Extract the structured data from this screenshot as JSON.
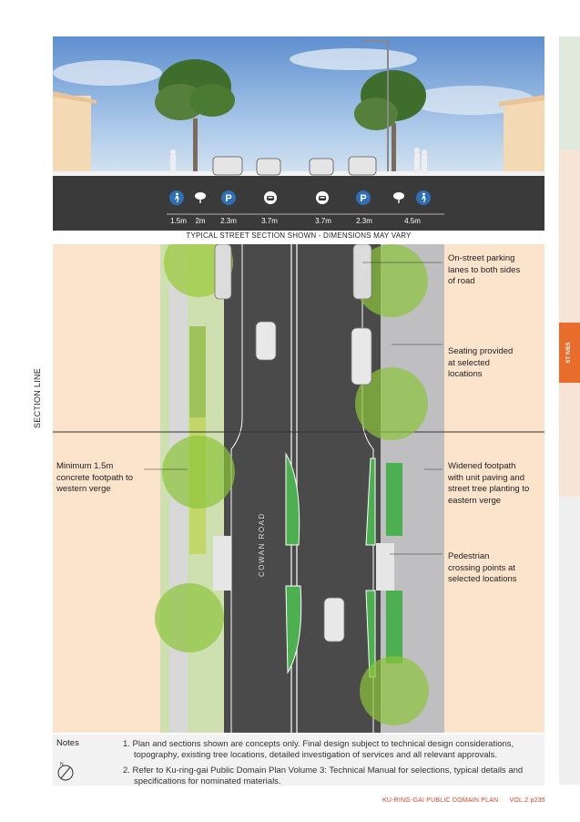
{
  "side_tab": {
    "label": "ST IVES"
  },
  "section": {
    "caption": "TYPICAL STREET SECTION SHOWN - DIMENSIONS MAY VARY",
    "icons": [
      "pedestrian-icon",
      "tree-icon",
      "parking-icon",
      "car-icon",
      "car-icon",
      "parking-icon",
      "tree-icon",
      "pedestrian-icon"
    ],
    "dimensions": [
      "1.5m",
      "2m",
      "2.3m",
      "3.7m",
      "3.7m",
      "2.3m",
      "4.5m"
    ],
    "icon_color": "#2f6fb5"
  },
  "plan": {
    "road_name": "COWAN ROAD",
    "section_line_label": "SECTION LINE",
    "callouts": [
      {
        "lines": [
          "On-street parking",
          "lanes to both sides",
          "of road"
        ]
      },
      {
        "lines": [
          "Seating provided",
          "at selected",
          "locations"
        ]
      },
      {
        "lines": [
          "Minimum 1.5m",
          "concrete footpath to",
          "western verge"
        ]
      },
      {
        "lines": [
          "Widened footpath",
          "with unit paving and",
          "street tree planting to",
          "eastern verge"
        ]
      },
      {
        "lines": [
          "Pedestrian",
          "crossing points at",
          "selected locations"
        ]
      }
    ]
  },
  "notes": {
    "label": "Notes",
    "items": [
      {
        "line1": "1.  Plan and sections shown are concepts only. Final design subject to technical design considerations,",
        "line2": "topography, existing tree locations, detailed investigation of services and all relevant approvals."
      },
      {
        "line1": "2.  Refer to Ku-ring-gai Public Domain Plan Volume 3: Technical Manual for selections, typical details and",
        "line2": "specifications for nominated materials."
      }
    ]
  },
  "footer": {
    "title": "KU-RING-GAI PUBLIC DOMAIN PLAN",
    "page": "VOL.2 p235"
  }
}
